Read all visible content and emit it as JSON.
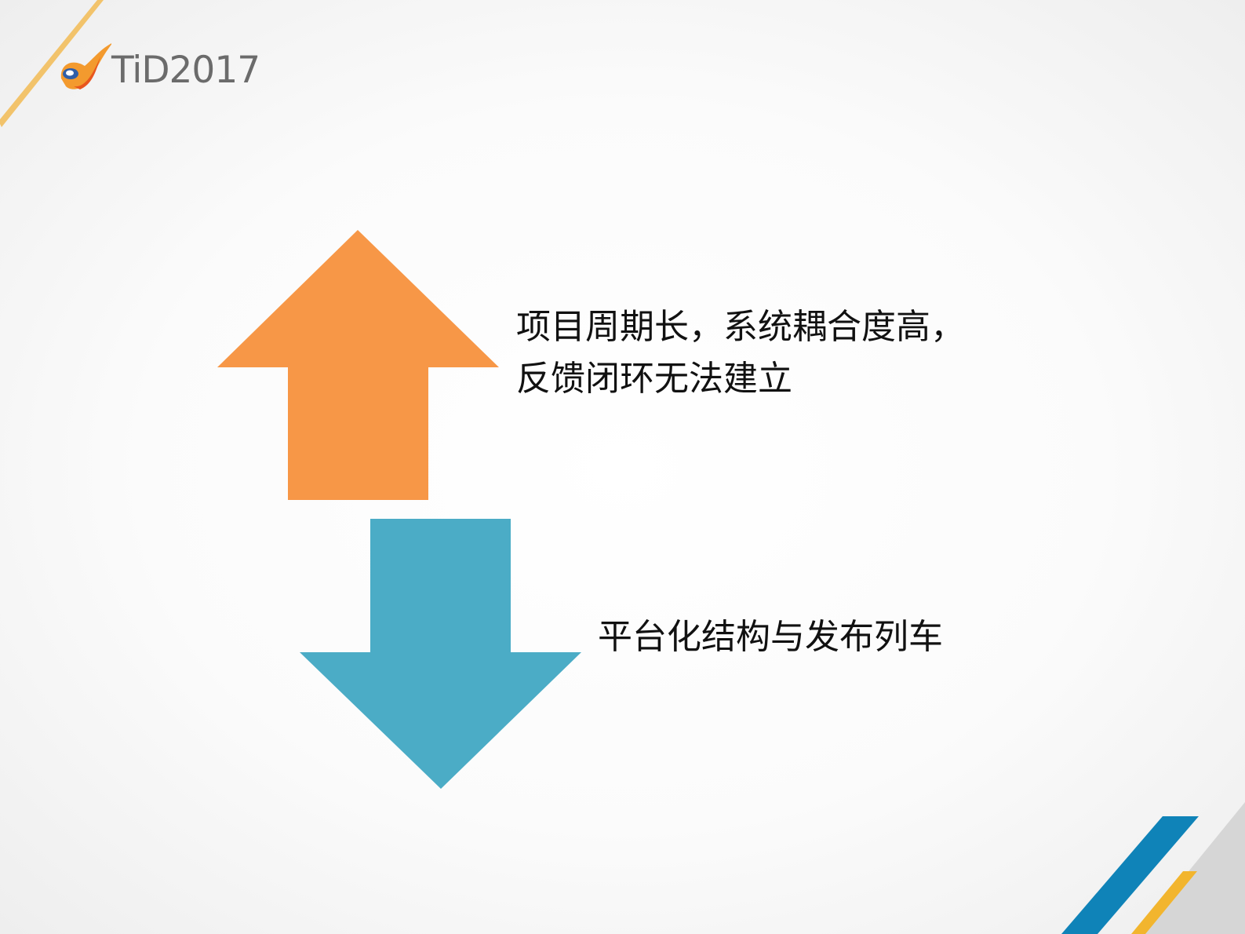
{
  "slide": {
    "logo": {
      "text": "TiD2017",
      "icon": "flame-e-logo"
    },
    "top_label": {
      "line1": "项目周期长，系统耦合度高，",
      "line2": "反馈闭环无法建立"
    },
    "bottom_label": {
      "text": "平台化结构与发布列车"
    }
  },
  "colors": {
    "up_arrow": "#F79747",
    "down_arrow": "#4BACC6",
    "corner_gold": "#F2C36B",
    "corner_blue": "#0F83B8",
    "corner_grey": "#D6D6D6",
    "text": "#111111",
    "logo_text": "#6B6B6B"
  },
  "icons": {
    "up": "up-arrow-icon",
    "down": "down-arrow-icon"
  }
}
